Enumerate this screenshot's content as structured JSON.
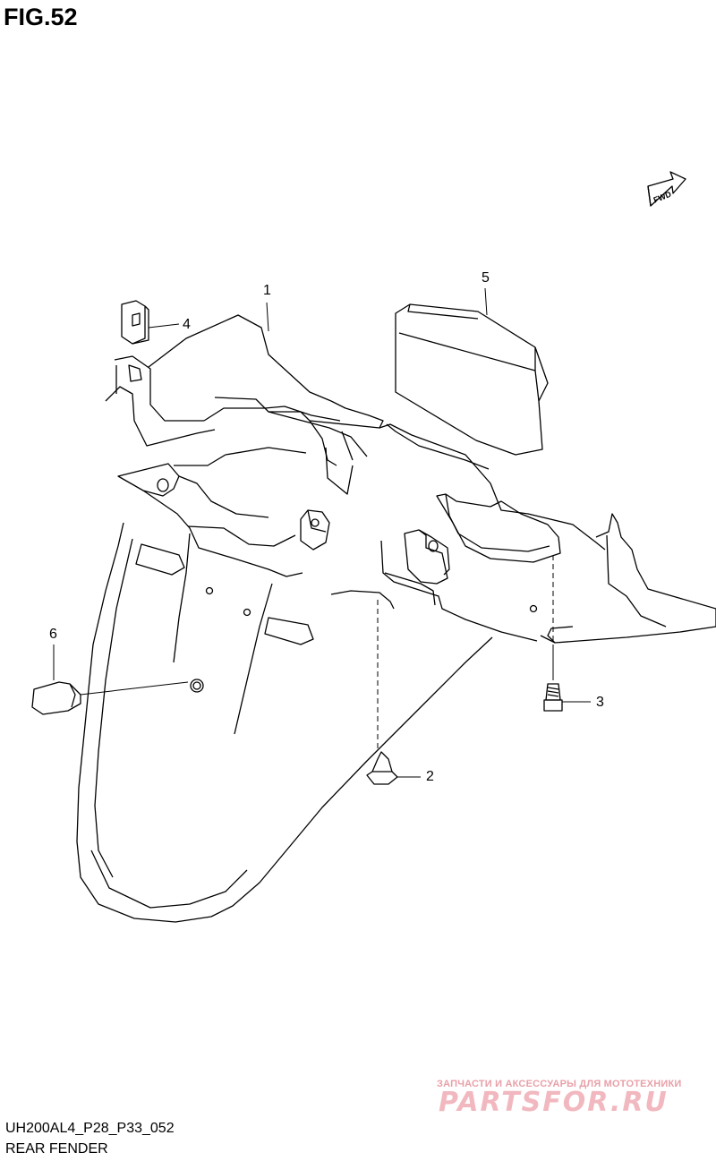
{
  "figure": {
    "title": "FIG.52"
  },
  "fwd_label": "FWD",
  "callouts": [
    {
      "id": "1",
      "label": "1"
    },
    {
      "id": "2",
      "label": "2"
    },
    {
      "id": "3",
      "label": "3"
    },
    {
      "id": "4",
      "label": "4"
    },
    {
      "id": "5",
      "label": "5"
    },
    {
      "id": "6",
      "label": "6"
    }
  ],
  "footer": {
    "code": "UH200AL4_P28_P33_052",
    "name": "REAR FENDER"
  },
  "watermark": {
    "subtitle": "ЗАПЧАСТИ И АКСЕССУАРЫ ДЛЯ МОТОТЕХНИКИ",
    "brand": "PARTSFOR.RU"
  },
  "colors": {
    "line": "#000000",
    "watermark": "#f2b8bf"
  }
}
